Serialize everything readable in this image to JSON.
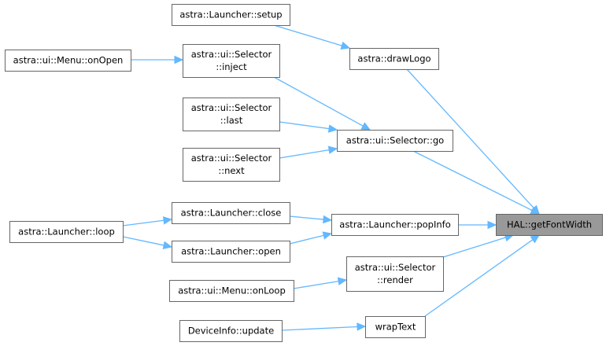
{
  "graph": {
    "title": "HAL::getFontWidth call graph",
    "nodes": {
      "hal_getfontwidth": {
        "lines": [
          "HAL::getFontWidth"
        ],
        "focus": true
      },
      "astra_drawlogo": {
        "lines": [
          "astra::drawLogo"
        ]
      },
      "launcher_setup": {
        "lines": [
          "astra::Launcher::setup"
        ]
      },
      "selector_inject": {
        "lines": [
          "astra::ui::Selector",
          "::inject"
        ]
      },
      "menu_onopen": {
        "lines": [
          "astra::ui::Menu::onOpen"
        ]
      },
      "selector_last": {
        "lines": [
          "astra::ui::Selector",
          "::last"
        ]
      },
      "selector_go": {
        "lines": [
          "astra::ui::Selector::go"
        ]
      },
      "selector_next": {
        "lines": [
          "astra::ui::Selector",
          "::next"
        ]
      },
      "launcher_close": {
        "lines": [
          "astra::Launcher::close"
        ]
      },
      "launcher_popinfo": {
        "lines": [
          "astra::Launcher::popInfo"
        ]
      },
      "launcher_loop": {
        "lines": [
          "astra::Launcher::loop"
        ]
      },
      "launcher_open": {
        "lines": [
          "astra::Launcher::open"
        ]
      },
      "selector_render": {
        "lines": [
          "astra::ui::Selector",
          "::render"
        ]
      },
      "menu_onloop": {
        "lines": [
          "astra::ui::Menu::onLoop"
        ]
      },
      "wraptext": {
        "lines": [
          "wrapText"
        ]
      },
      "deviceinfo_update": {
        "lines": [
          "DeviceInfo::update"
        ]
      }
    },
    "edges": [
      {
        "from": "launcher_setup",
        "to": "astra_drawlogo"
      },
      {
        "from": "menu_onopen",
        "to": "selector_inject"
      },
      {
        "from": "selector_inject",
        "to": "selector_go"
      },
      {
        "from": "selector_last",
        "to": "selector_go"
      },
      {
        "from": "selector_next",
        "to": "selector_go"
      },
      {
        "from": "launcher_loop",
        "to": "launcher_close"
      },
      {
        "from": "launcher_loop",
        "to": "launcher_open"
      },
      {
        "from": "launcher_close",
        "to": "launcher_popinfo"
      },
      {
        "from": "launcher_open",
        "to": "launcher_popinfo"
      },
      {
        "from": "menu_onloop",
        "to": "selector_render"
      },
      {
        "from": "deviceinfo_update",
        "to": "wraptext"
      },
      {
        "from": "astra_drawlogo",
        "to": "hal_getfontwidth"
      },
      {
        "from": "selector_go",
        "to": "hal_getfontwidth"
      },
      {
        "from": "launcher_popinfo",
        "to": "hal_getfontwidth"
      },
      {
        "from": "selector_render",
        "to": "hal_getfontwidth"
      },
      {
        "from": "wraptext",
        "to": "hal_getfontwidth"
      }
    ],
    "colors": {
      "edge": "#63b8ff",
      "node_border": "#666666",
      "focus_fill": "#999999",
      "node_fill": "#ffffff"
    }
  }
}
